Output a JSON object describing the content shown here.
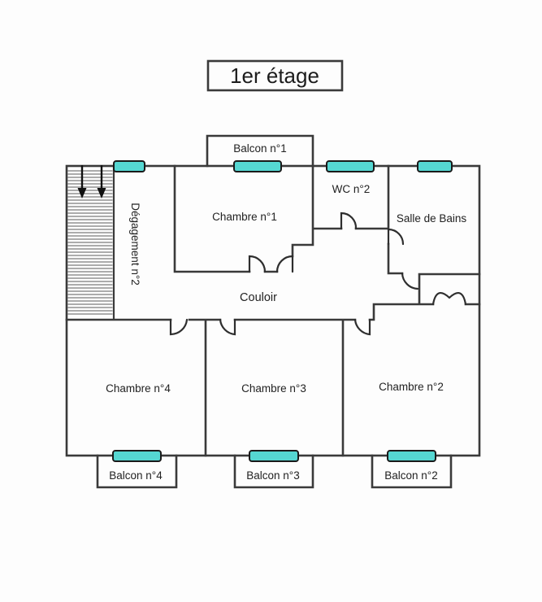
{
  "title": "1er étage",
  "colors": {
    "wall": "#3a3a3a",
    "window_fill": "#55d7d2",
    "window_stroke": "#1a1a1a",
    "text": "#222222"
  },
  "rooms": {
    "balcon1": "Balcon n°1",
    "wc2": "WC n°2",
    "salle_de_bains": "Salle de Bains",
    "chambre1": "Chambre n°1",
    "degagement2": "Dégagement n°2",
    "couloir": "Couloir",
    "chambre4": "Chambre n°4",
    "chambre3": "Chambre n°3",
    "chambre2": "Chambre n°2",
    "balcon4": "Balcon n°4",
    "balcon3": "Balcon n°3",
    "balcon2": "Balcon n°2"
  },
  "symbols": {
    "stairs_direction": "down-arrows"
  }
}
